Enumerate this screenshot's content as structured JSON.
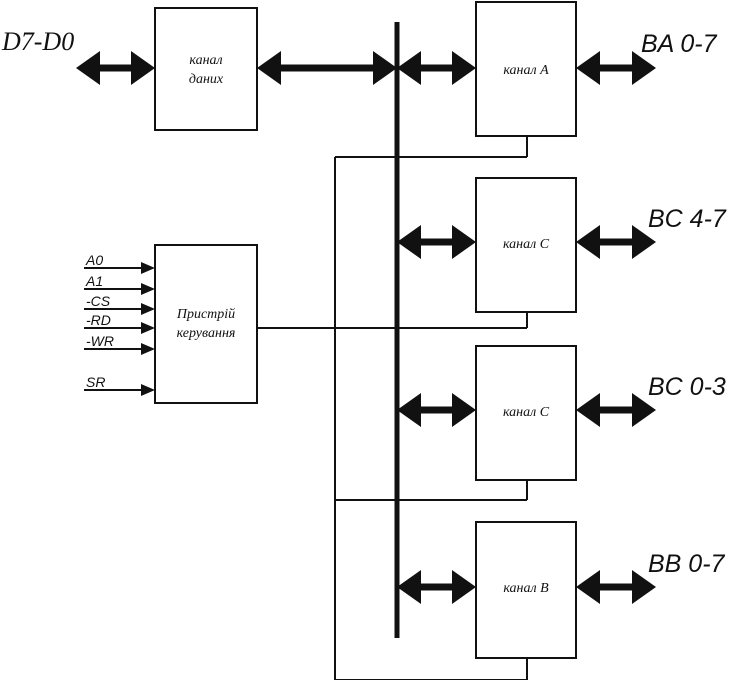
{
  "labels": {
    "data_bus": "D7-D0",
    "port_ba": "BA 0-7",
    "port_bc_high": "BC 4-7",
    "port_bc_low": "BC 0-3",
    "port_bb": "BB 0-7"
  },
  "blocks": {
    "data_channel": [
      "канал",
      "даних"
    ],
    "channel_a": "канал А",
    "channel_c_upper": "канал С",
    "channel_c_lower": "канал С",
    "channel_b": "канал В",
    "control_unit": [
      "Пристрій",
      "керування"
    ]
  },
  "signals": [
    "A0",
    "A1",
    "-CS",
    "-RD",
    "-WR",
    "SR"
  ]
}
